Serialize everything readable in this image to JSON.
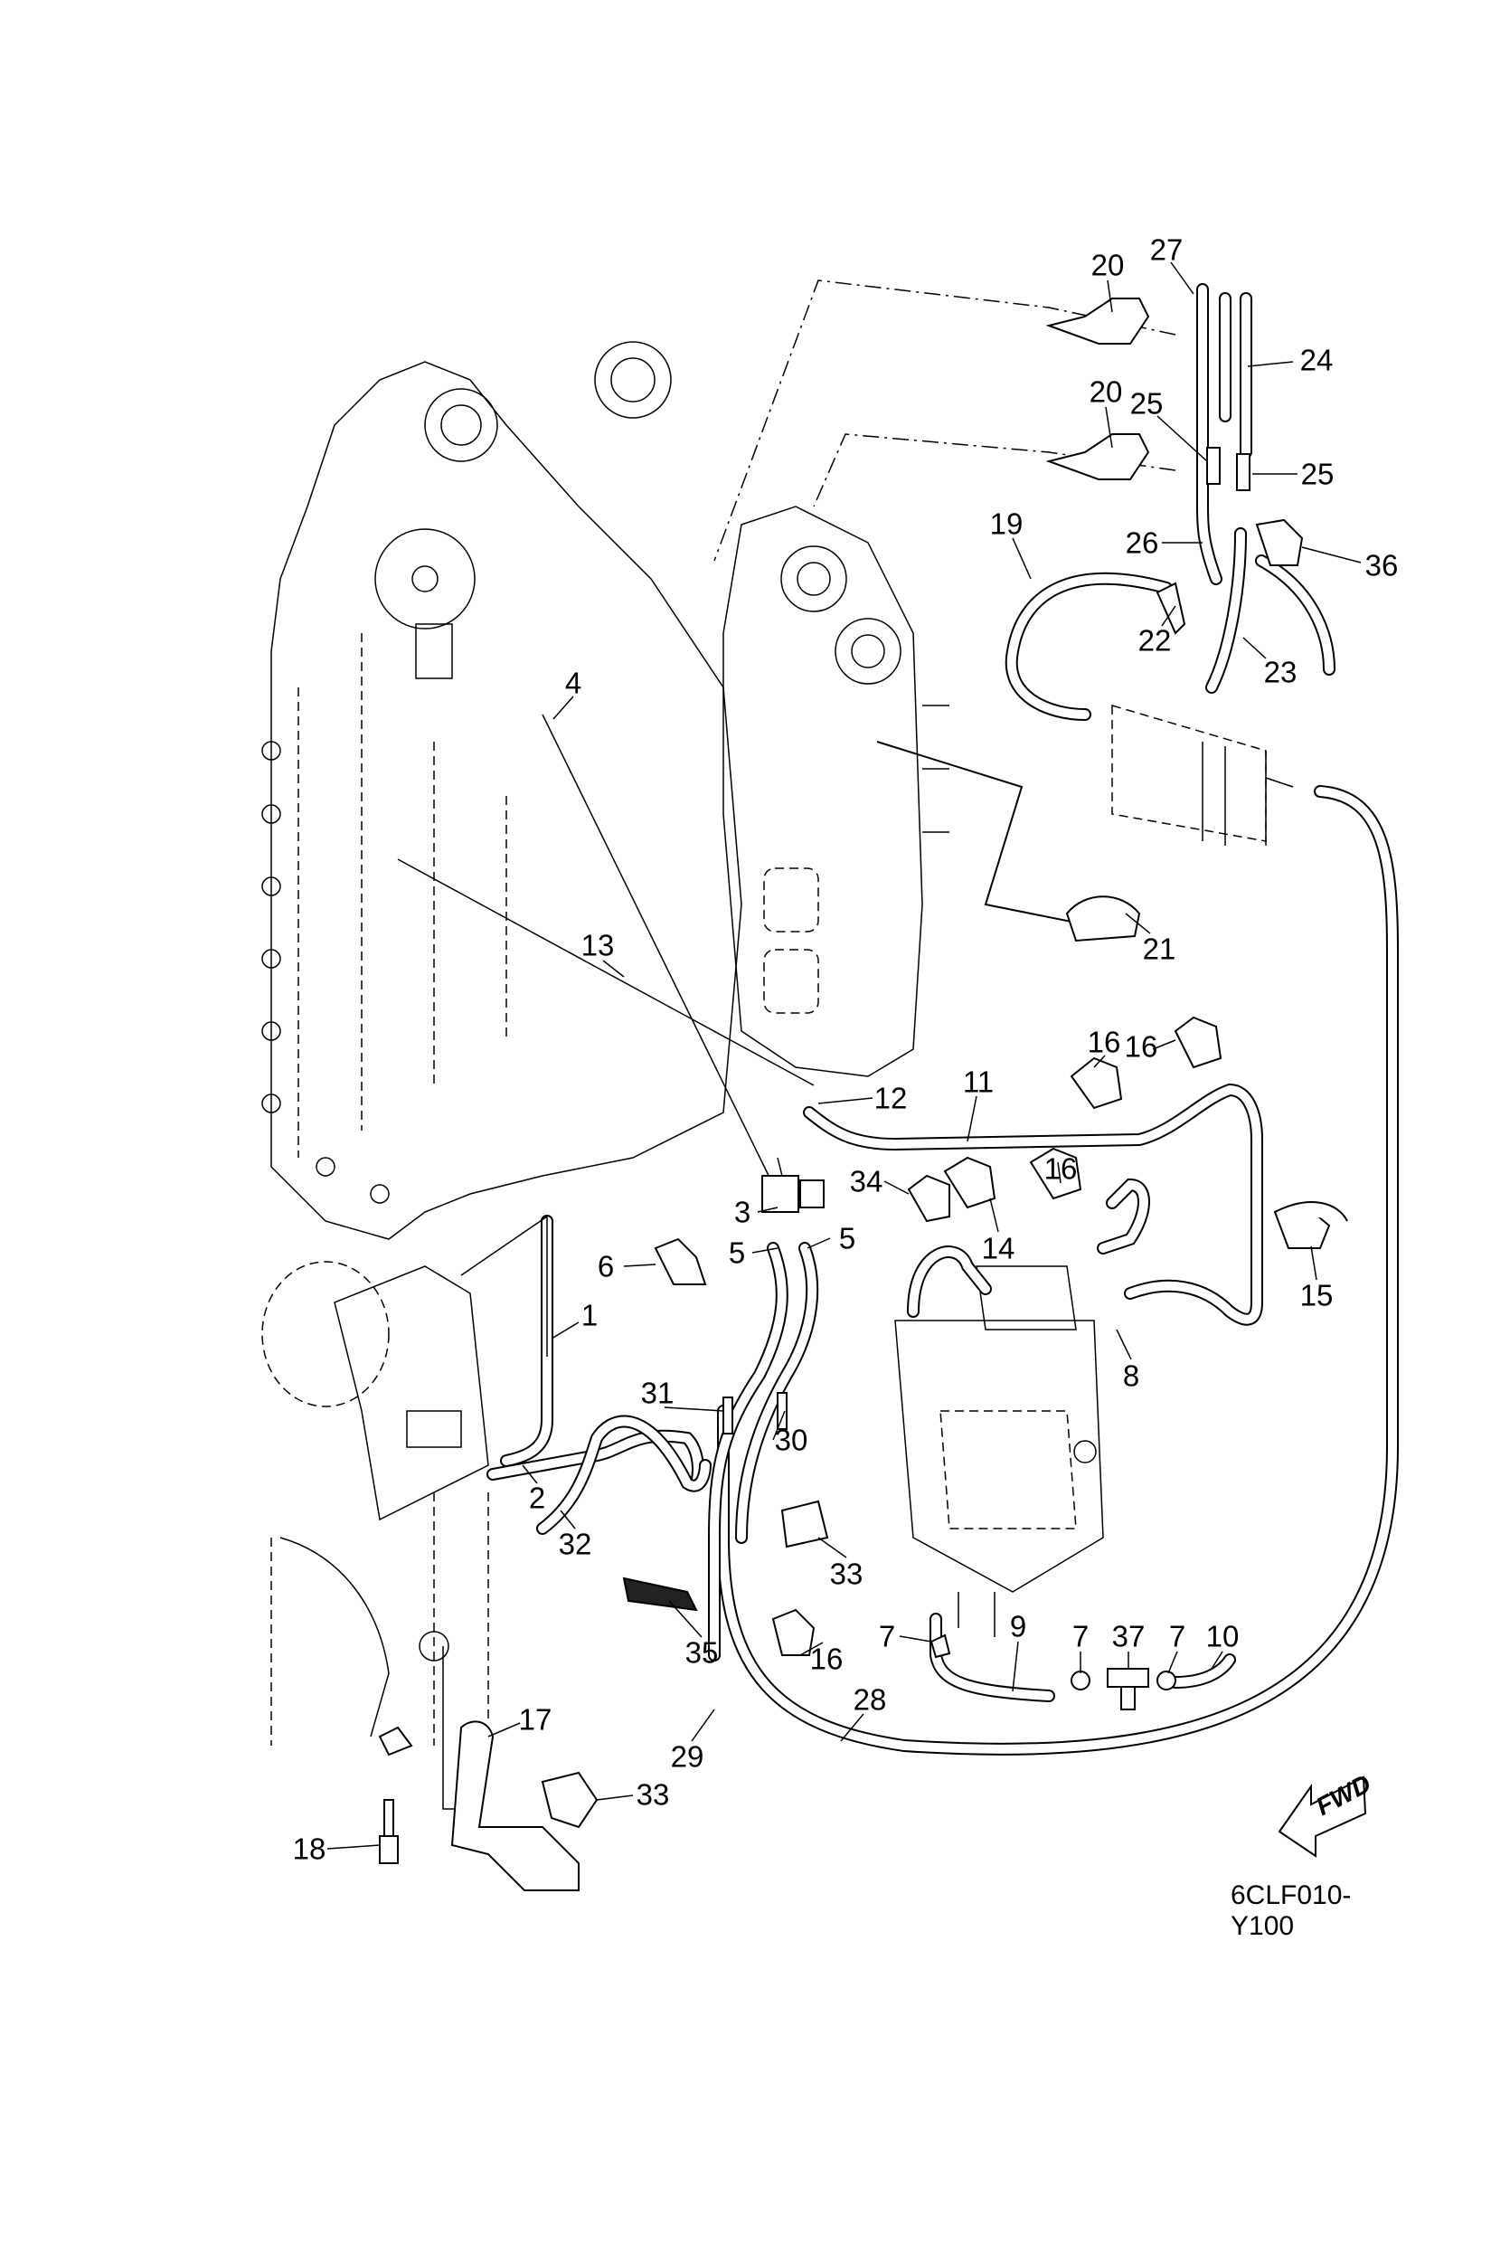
{
  "diagram": {
    "type": "exploded parts diagram",
    "subject": "Outboard engine fuel / vapor hose routing",
    "figure_code": "6CLF010-Y100",
    "direction_indicator": "FWD",
    "callouts": [
      {
        "id": "c20a",
        "label": "20"
      },
      {
        "id": "c27",
        "label": "27"
      },
      {
        "id": "c24",
        "label": "24"
      },
      {
        "id": "c20b",
        "label": "20"
      },
      {
        "id": "c25a",
        "label": "25"
      },
      {
        "id": "c25b",
        "label": "25"
      },
      {
        "id": "c19",
        "label": "19"
      },
      {
        "id": "c26",
        "label": "26"
      },
      {
        "id": "c36",
        "label": "36"
      },
      {
        "id": "c22",
        "label": "22"
      },
      {
        "id": "c23",
        "label": "23"
      },
      {
        "id": "c4",
        "label": "4"
      },
      {
        "id": "c21",
        "label": "21"
      },
      {
        "id": "c13",
        "label": "13"
      },
      {
        "id": "c16a",
        "label": "16"
      },
      {
        "id": "c16b",
        "label": "16"
      },
      {
        "id": "c12",
        "label": "12"
      },
      {
        "id": "c11",
        "label": "11"
      },
      {
        "id": "c34",
        "label": "34"
      },
      {
        "id": "c16c",
        "label": "16"
      },
      {
        "id": "c3",
        "label": "3"
      },
      {
        "id": "c14",
        "label": "14"
      },
      {
        "id": "c5a",
        "label": "5"
      },
      {
        "id": "c5b",
        "label": "5"
      },
      {
        "id": "c6",
        "label": "6"
      },
      {
        "id": "c15",
        "label": "15"
      },
      {
        "id": "c1",
        "label": "1"
      },
      {
        "id": "c8",
        "label": "8"
      },
      {
        "id": "c31",
        "label": "31"
      },
      {
        "id": "c30",
        "label": "30"
      },
      {
        "id": "c2",
        "label": "2"
      },
      {
        "id": "c32",
        "label": "32"
      },
      {
        "id": "c33a",
        "label": "33"
      },
      {
        "id": "c35",
        "label": "35"
      },
      {
        "id": "c16d",
        "label": "16"
      },
      {
        "id": "c7a",
        "label": "7"
      },
      {
        "id": "c9",
        "label": "9"
      },
      {
        "id": "c7b",
        "label": "7"
      },
      {
        "id": "c37",
        "label": "37"
      },
      {
        "id": "c7c",
        "label": "7"
      },
      {
        "id": "c10",
        "label": "10"
      },
      {
        "id": "c28",
        "label": "28"
      },
      {
        "id": "c29",
        "label": "29"
      },
      {
        "id": "c17",
        "label": "17"
      },
      {
        "id": "c33b",
        "label": "33"
      },
      {
        "id": "c18",
        "label": "18"
      }
    ]
  }
}
